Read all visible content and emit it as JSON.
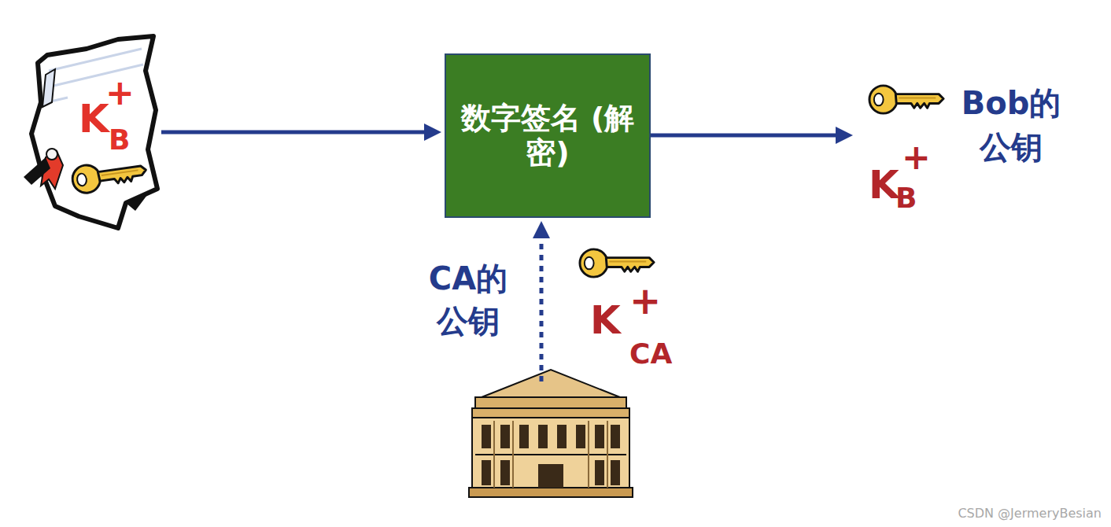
{
  "diagram": {
    "nodes": [
      {
        "text": [
          "K",
          "+",
          "B"
        ]
      },
      {
        "text": [
          "数字签名 (解密)"
        ]
      },
      {
        "text": [
          "Bob的 公钥",
          "K",
          "+",
          "B"
        ]
      },
      {
        "text": [
          "CA的 公钥",
          "K",
          "+",
          "CA"
        ]
      }
    ],
    "edges": [
      {
        "from": 0,
        "to": 1,
        "arrow": "to"
      },
      {
        "from": 1,
        "to": 2,
        "arrow": "to"
      },
      {
        "from": 3,
        "to": 1,
        "arrow": "to"
      }
    ],
    "labels": [
      "CSDN @JermeryBesian"
    ]
  }
}
